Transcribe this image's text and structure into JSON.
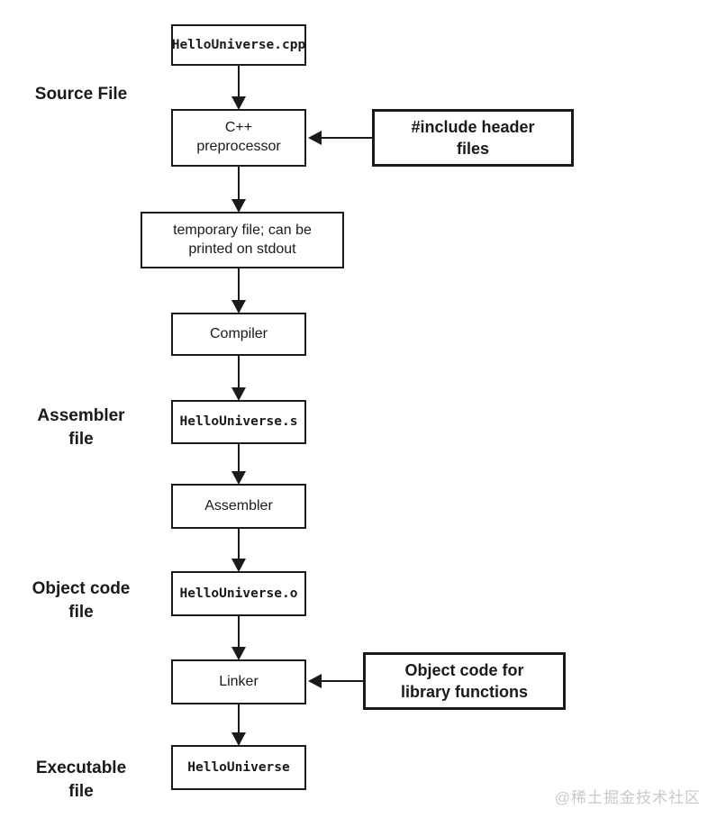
{
  "flow": {
    "cpp_file": "HelloUniverse.cpp",
    "preprocessor": "C++\npreprocessor",
    "include_header": "#include header\nfiles",
    "temp_file": "temporary file; can be\nprinted on stdout",
    "compiler": "Compiler",
    "assembler_file": "HelloUniverse.s",
    "assembler": "Assembler",
    "object_file": "HelloUniverse.o",
    "linker": "Linker",
    "library_object": "Object code for\nlibrary functions",
    "executable": "HelloUniverse"
  },
  "stage_labels": {
    "source": "Source File",
    "assembler": "Assembler\nfile",
    "object": "Object code\nfile",
    "executable": "Executable\nfile"
  },
  "watermark": "@稀土掘金技术社区",
  "colors": {
    "line": "#1a1a1a",
    "background": "#ffffff",
    "watermark": "#c9c9c9"
  }
}
